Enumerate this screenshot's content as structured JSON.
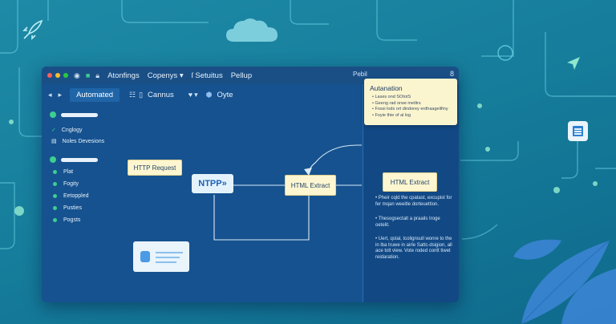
{
  "window": {
    "menu": [
      "Atonfings",
      "Copenys ▾",
      "ſ Setuitus",
      "Pellup"
    ],
    "panel_title": "Pebil",
    "panel_close": "8"
  },
  "toolbar": {
    "active_tab": "Automated",
    "canvas_label": "Cannus",
    "flow_label": "Oyte"
  },
  "sidebar": {
    "items": [
      {
        "label": "",
        "type": "bar"
      },
      {
        "label": "Cnglogy",
        "type": "text"
      },
      {
        "label": "Noles Devesions",
        "type": "text"
      },
      {
        "label": "",
        "type": "bar"
      },
      {
        "label": "Plat",
        "type": "text"
      },
      {
        "label": "Fogity",
        "type": "text"
      },
      {
        "label": "Eetoppled",
        "type": "text"
      },
      {
        "label": "Pusties",
        "type": "text"
      },
      {
        "label": "Pogsts",
        "type": "text"
      }
    ]
  },
  "nodes": {
    "http_request": "HTTP Request",
    "ntpp": "NTPP»",
    "html_extract_1": "HTML Extract",
    "html_extract_2": "HTML Extract"
  },
  "popup": {
    "title": "Autanation",
    "items": [
      "Lases ond SOtotS",
      "Geeng rad orwe metlirs",
      "Fossi lods ort dindorey erdhaagelifiny",
      "Foyie thie of al log"
    ]
  },
  "panel_notes": [
    "Pheir cqld the cpatast, excupist for fer mqan weeitle dorteuettion.",
    "Thesogsectalt a praails Iroge oetelit.",
    "Uert, qstal, tcolignsull wonre to the in lba truwe in airle Sattc-dsigion, all ace tolt view. Vote roded contt tiwet reidaration."
  ]
}
